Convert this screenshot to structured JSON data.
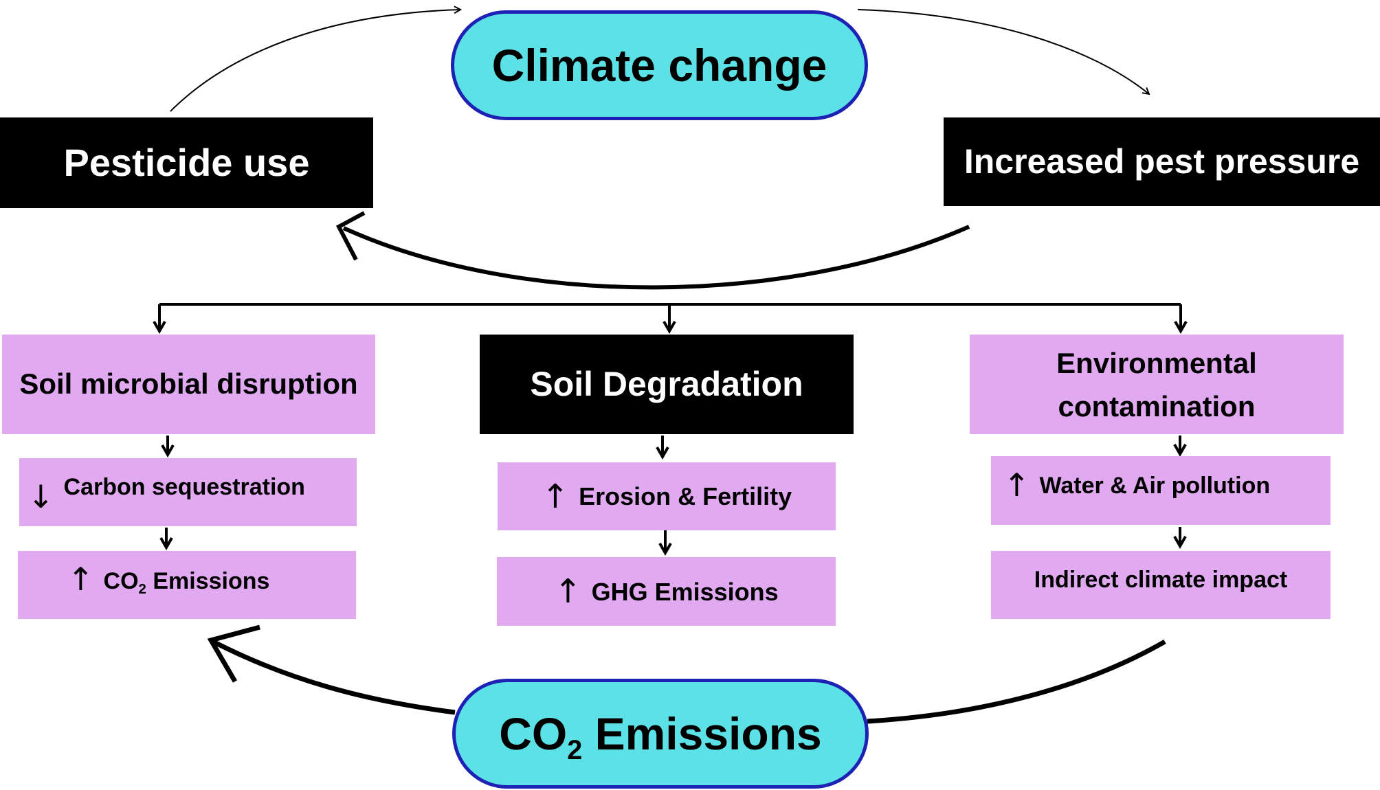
{
  "colors": {
    "pill_fill": "#5ce1e6",
    "pill_border": "#1e22b4",
    "black_box": "#000000",
    "pink_box": "#e1a9ef"
  },
  "top": {
    "climate_change": "Climate change",
    "pesticide_use": "Pesticide use",
    "pest_pressure": "Increased pest pressure"
  },
  "branches": {
    "left": {
      "title": "Soil microbial disruption",
      "step1_arrow": "↓",
      "step1_text": "Carbon sequestration",
      "step2_arrow": "↑",
      "step2_prefix": "CO",
      "step2_sub": "2",
      "step2_suffix": " Emissions"
    },
    "center": {
      "title": "Soil Degradation",
      "step1_arrow": "↑",
      "step1_text": "Erosion & Fertility",
      "step2_arrow": "↑",
      "step2_text": "GHG Emissions"
    },
    "right": {
      "title_line1": "Environmental",
      "title_line2": "contamination",
      "step1_arrow": "↑",
      "step1_text": "Water & Air pollution",
      "step2_text": "Indirect climate impact"
    }
  },
  "bottom": {
    "co2_prefix": "CO",
    "co2_sub": "2",
    "co2_suffix": " Emissions"
  }
}
